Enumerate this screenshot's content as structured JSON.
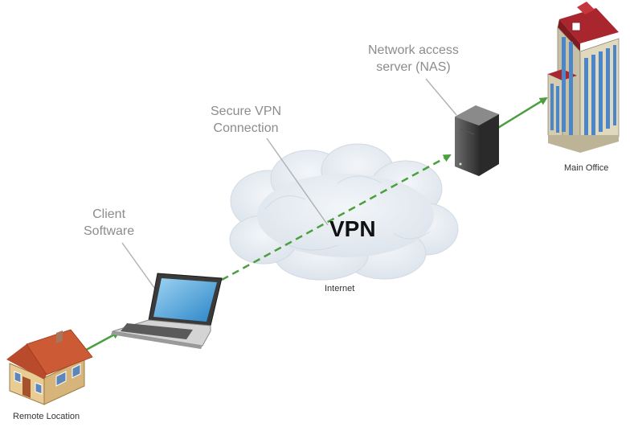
{
  "diagram": {
    "labels": {
      "secure_vpn_line1": "Secure VPN",
      "secure_vpn_line2": "Connection",
      "client_line1": "Client",
      "client_line2": "Software",
      "nas_line1": "Network access",
      "nas_line2": "server (NAS)",
      "vpn": "VPN",
      "internet": "Internet",
      "remote_location": "Remote Location",
      "main_office": "Main Office"
    },
    "colors": {
      "connector_solid": "#4a9f3e",
      "connector_dashed": "#4a9f3e",
      "callout_line": "#b3b3b3",
      "label_text": "#8c8c8c",
      "cloud": "#e4eaf1"
    },
    "icons": [
      "house-icon",
      "laptop-icon",
      "server-icon",
      "office-building-icon",
      "cloud-icon"
    ]
  }
}
